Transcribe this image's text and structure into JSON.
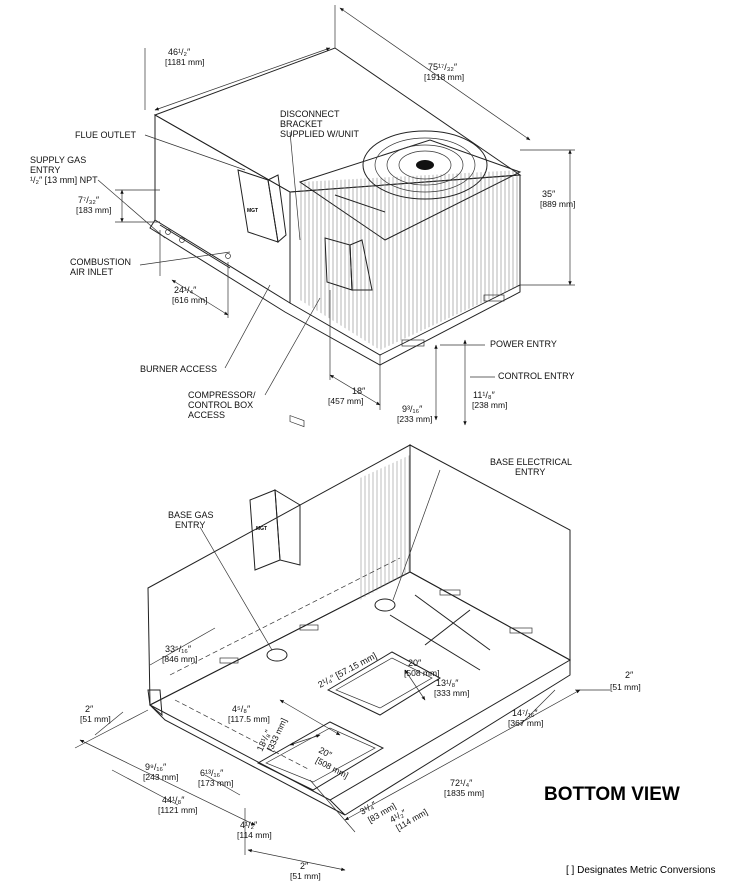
{
  "top": {
    "dim_depth": "46¹/₂″",
    "dim_depth_mm": "[1181 mm]",
    "dim_length": "75¹⁷/₃₂″",
    "dim_length_mm": "[1918 mm]",
    "dim_height": "35″",
    "dim_height_mm": "[889 mm]",
    "flue_outlet": "FLUE OUTLET",
    "disconnect": [
      "DISCONNECT",
      "BRACKET",
      "SUPPLIED W/UNIT"
    ],
    "supply_gas": [
      "SUPPLY GAS",
      "ENTRY"
    ],
    "supply_gas_size": "¹/₂″ [13 mm] NPT",
    "dim_gas_height": "7⁷/₃₂″",
    "dim_gas_height_mm": "[183 mm]",
    "combustion": [
      "COMBUSTION",
      "AIR INLET"
    ],
    "dim_24": "24¹/₄″",
    "dim_24_mm": "[616 mm]",
    "burner_access": "BURNER ACCESS",
    "compressor": [
      "COMPRESSOR/",
      "CONTROL BOX",
      "ACCESS"
    ],
    "power_entry": "POWER ENTRY",
    "control_entry": "CONTROL ENTRY",
    "dim_18": "18″",
    "dim_18_mm": "[457 mm]",
    "dim_9": "9³/₁₆″",
    "dim_9_mm": "[233 mm]",
    "dim_11": "11¹/₈″",
    "dim_11_mm": "[238 mm]"
  },
  "bottom": {
    "base_electrical": [
      "BASE ELECTRICAL",
      "ENTRY"
    ],
    "base_gas": [
      "BASE GAS",
      "ENTRY"
    ],
    "dim_33": "33⁵/₁₆″",
    "dim_33_mm": "[846 mm]",
    "dim_2_left": "2″",
    "dim_2_left_mm": "[51 mm]",
    "dim_4_5": "4⁵/₈″",
    "dim_4_5_mm": "[117.5 mm]",
    "dim_2_1": "2¹/₄″ [57.15 mm]",
    "dim_20a": "20″",
    "dim_20a_mm": "[508 mm]",
    "dim_13a": "13¹/₈″",
    "dim_13a_mm": "[333 mm]",
    "dim_13b": "13¹/₈″",
    "dim_13b_mm": "[333 mm]",
    "dim_20b": "20″",
    "dim_20b_mm": "[508 mm]",
    "dim_2_right": "2″",
    "dim_2_right_mm": "[51 mm]",
    "dim_14": "14⁷/₁₆″",
    "dim_14_mm": "[367 mm]",
    "dim_9_9": "9⁹/₁₆″",
    "dim_9_9_mm": "[243 mm]",
    "dim_6": "6¹³/₁₆″",
    "dim_6_mm": "[173 mm]",
    "dim_44": "44¹/₈″",
    "dim_44_mm": "[1121 mm]",
    "dim_3": "3¹/₄″",
    "dim_3_mm": "[83 mm]",
    "dim_4_1a": "4¹/₂″",
    "dim_4_1a_mm": "[114 mm]",
    "dim_72": "72¹/₄″",
    "dim_72_mm": "[1835 mm]",
    "dim_4_1b": "4¹/₂″",
    "dim_4_1b_mm": "[114 mm]",
    "dim_2_bottom": "2″",
    "dim_2_bottom_mm": "[51 mm]"
  },
  "view_title": "BOTTOM VIEW",
  "footnote": "[   ] Designates Metric Conversions"
}
